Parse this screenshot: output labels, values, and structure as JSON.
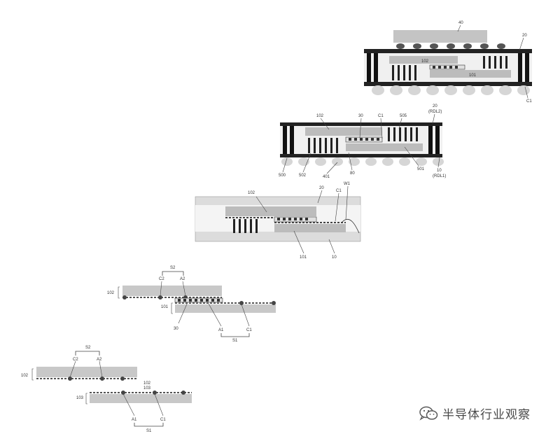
{
  "figure": {
    "stage1": {
      "brace_top": "S2",
      "top_labels": [
        "C2",
        "A2"
      ],
      "left_labels": [
        "102",
        "103"
      ],
      "right_labels": [
        "102",
        "103"
      ],
      "bottom_labels": [
        "A1",
        "C1"
      ],
      "brace_bottom": "S1"
    },
    "stage2": {
      "brace_top": "S2",
      "top_labels": [
        "C2",
        "A2"
      ],
      "left_labels": [
        "102",
        "101"
      ],
      "bottom_labels": [
        "30",
        "A1",
        "C1"
      ],
      "brace_bottom": "S1"
    },
    "stage3": {
      "labels": [
        "102",
        "20",
        "C1",
        "W1",
        "101",
        "10"
      ]
    },
    "stage4": {
      "labels": [
        "102",
        "30",
        "C1",
        "505",
        "20",
        "(RDL2)",
        "500",
        "502",
        "401",
        "80",
        "501",
        "10",
        "(RDL1)"
      ]
    },
    "stage5": {
      "labels": [
        "40",
        "20",
        "102",
        "101",
        "C1"
      ]
    }
  },
  "watermark": {
    "text": "半导体行业观察",
    "icon": "wechat-logo-icon"
  }
}
